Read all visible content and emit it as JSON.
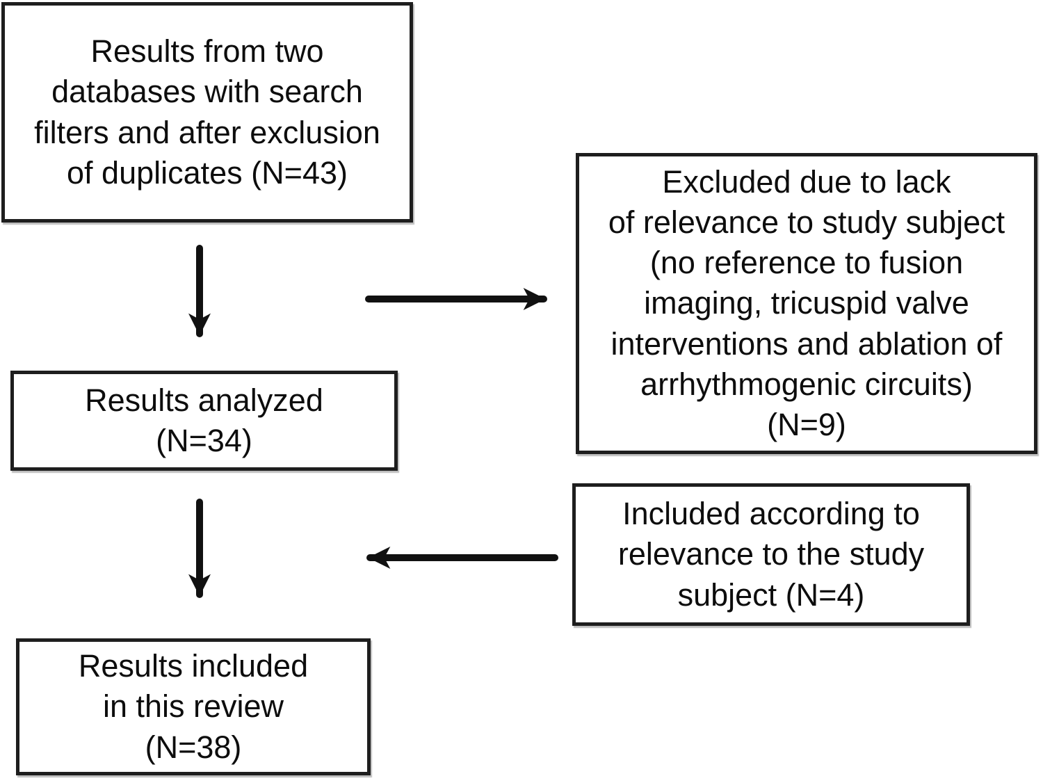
{
  "diagram": {
    "type": "flow-diagram",
    "boxes": {
      "source": {
        "text": "Results from two\ndatabases with search\nfilters and after exclusion\nof duplicates (N=43)",
        "n": 43
      },
      "excluded": {
        "text": "Excluded due to lack\nof relevance to study subject\n(no reference to fusion\nimaging, tricuspid valve\ninterventions and ablation of\narrhythmogenic circuits)\n(N=9)",
        "n": 9
      },
      "analyzed": {
        "text": "Results analyzed\n(N=34)",
        "n": 34
      },
      "included": {
        "text": "Included according to\nrelevance to the study\nsubject (N=4)",
        "n": 4
      },
      "final": {
        "text": "Results included\nin this review\n(N=38)",
        "n": 38
      }
    },
    "arrows": [
      {
        "id": "source-to-analyzed",
        "direction": "down"
      },
      {
        "id": "source-to-excluded",
        "direction": "right"
      },
      {
        "id": "analyzed-to-final",
        "direction": "down"
      },
      {
        "id": "included-to-flow",
        "direction": "left"
      }
    ],
    "colors": {
      "background": "#ffffff",
      "box_background": "#ffffff",
      "border": "#1e1e1e",
      "text": "#0d0d0d",
      "arrow": "#111111"
    }
  }
}
